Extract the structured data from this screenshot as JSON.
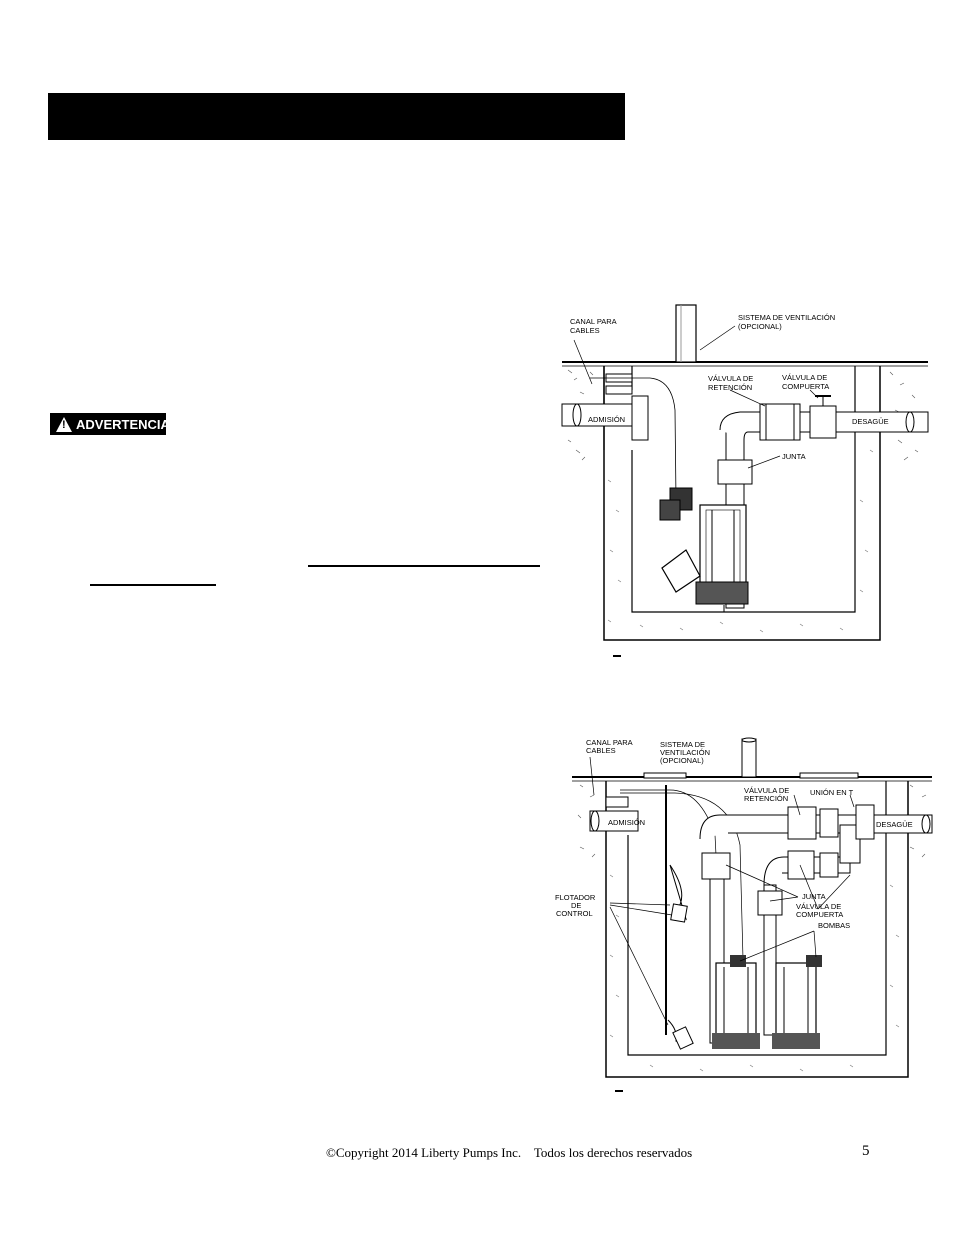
{
  "warning_label": "ADVERTENCIA",
  "figure1": {
    "labels": {
      "cable_channel": [
        "CANAL PARA",
        "CABLES"
      ],
      "vent": [
        "SISTEMA DE VENTILACIÓN",
        "(OPCIONAL)"
      ],
      "check_valve": [
        "VÁLVULA DE",
        "RETENCIÓN"
      ],
      "gate_valve": [
        "VÁLVULA DE",
        "COMPUERTA"
      ],
      "inlet": "ADMISIÓN",
      "discharge": "DESAGÜE",
      "union": "JUNTA"
    }
  },
  "figure2": {
    "labels": {
      "cable_channel": [
        "CANAL PARA",
        "CABLES"
      ],
      "vent": [
        "SISTEMA DE",
        "VENTILACIÓN",
        "(OPCIONAL)"
      ],
      "check_valve": [
        "VÁLVULA DE",
        "RETENCIÓN"
      ],
      "tee": "UNIÓN EN T",
      "inlet": "ADMISIÓN",
      "discharge": "DESAGÜE",
      "float": [
        "FLOTADOR",
        "DE",
        "CONTROL"
      ],
      "union": "JUNTA",
      "gate_valve": [
        "VÁLVULA DE",
        "COMPUERTA"
      ],
      "pumps": "BOMBAS"
    }
  },
  "footer": {
    "copyright": "©Copyright 2014 Liberty Pumps Inc.    Todos los derechos reservados",
    "page_number": "5"
  }
}
